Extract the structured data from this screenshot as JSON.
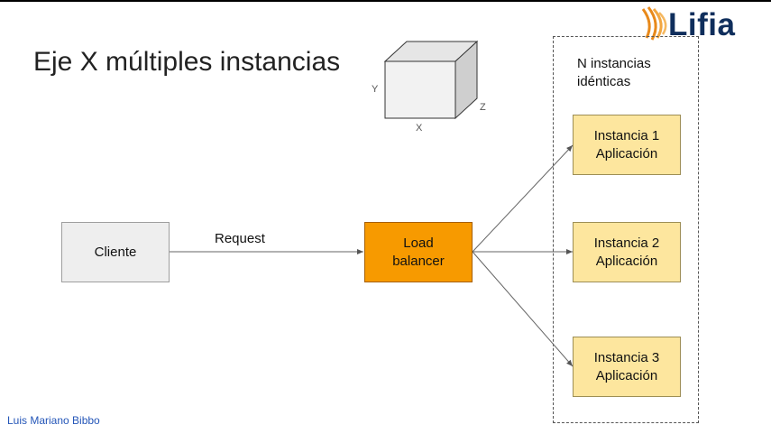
{
  "slide": {
    "title": "Eje X múltiples instancias",
    "logo_text": "Lifia",
    "author": "Luis Mariano Bibbo"
  },
  "cube_axes": {
    "x": "X",
    "y": "Y",
    "z": "Z"
  },
  "diagram": {
    "client_label": "Cliente",
    "request_label": "Request",
    "load_balancer_label": "Load\nbalancer",
    "group_label": "N instancias\nidénticas",
    "instances": [
      {
        "line1": "Instancia 1",
        "line2": "Aplicación"
      },
      {
        "line1": "Instancia 2",
        "line2": "Aplicación"
      },
      {
        "line1": "Instancia 3",
        "line2": "Aplicación"
      }
    ]
  },
  "colors": {
    "client_fill": "#eeeeee",
    "load_balancer_fill": "#f79a00",
    "instance_fill": "#fde69e",
    "logo_accent": "#e8891a",
    "logo_text": "#0f2e5c",
    "author_text": "#2456b8"
  }
}
